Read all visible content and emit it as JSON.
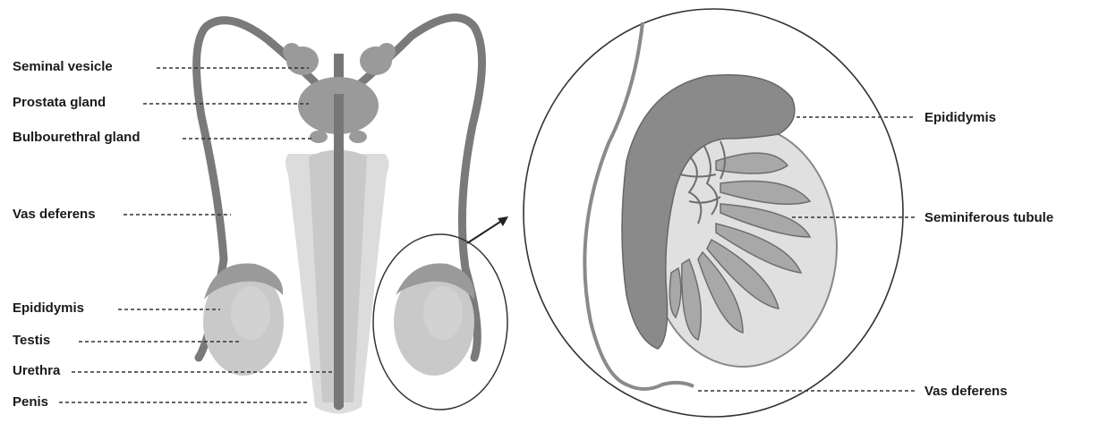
{
  "left_labels": {
    "seminal_vesicle": "Seminal vesicle",
    "prostata_gland": "Prostata gland",
    "bulbourethral_gland": "Bulbourethral gland",
    "vas_deferens": "Vas deferens",
    "epididymis": "Epididymis",
    "testis": "Testis",
    "urethra": "Urethra",
    "penis": "Penis"
  },
  "right_labels": {
    "epididymis": "Epididymis",
    "seminiferous_tubule": "Seminiferous tubule",
    "vas_deferens": "Vas deferens"
  }
}
